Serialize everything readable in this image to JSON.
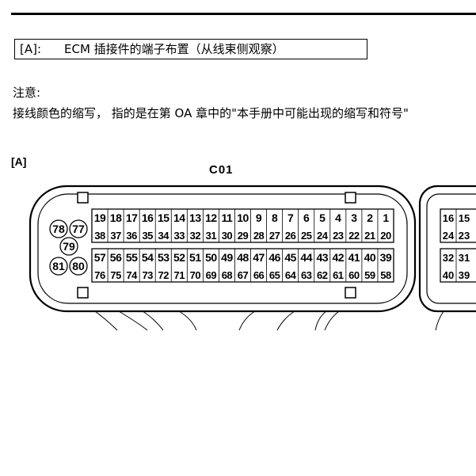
{
  "section_label": {
    "tag": "[A]:",
    "title": "ECM 插接件的端子布置（从线束侧观察）"
  },
  "note": {
    "title": "注意:",
    "text": "接线颜色的缩写， 指的是在第 OA 章中的\"本手册中可能出现的缩写和符号\""
  },
  "diagram": {
    "marker": "[A]",
    "connector_name": "C01",
    "colors": {
      "line": "#000000",
      "background": "#ffffff"
    },
    "left_terminals": [
      "78",
      "77",
      "79",
      "81",
      "80"
    ],
    "rows": [
      [
        "19",
        "18",
        "17",
        "16",
        "15",
        "14",
        "13",
        "12",
        "11",
        "10",
        "9",
        "8",
        "7",
        "6",
        "5",
        "4",
        "3",
        "2",
        "1"
      ],
      [
        "38",
        "37",
        "36",
        "35",
        "34",
        "33",
        "32",
        "31",
        "30",
        "29",
        "28",
        "27",
        "26",
        "25",
        "24",
        "23",
        "22",
        "21",
        "20"
      ],
      [
        "57",
        "56",
        "55",
        "54",
        "53",
        "52",
        "51",
        "50",
        "49",
        "48",
        "47",
        "46",
        "45",
        "44",
        "43",
        "42",
        "41",
        "40",
        "39"
      ],
      [
        "76",
        "75",
        "74",
        "73",
        "72",
        "71",
        "70",
        "69",
        "68",
        "67",
        "66",
        "65",
        "64",
        "63",
        "62",
        "61",
        "60",
        "59",
        "58"
      ]
    ],
    "partial_rows": [
      [
        "16",
        "15"
      ],
      [
        "24",
        "23"
      ],
      [
        "32",
        "31"
      ],
      [
        "40",
        "39"
      ]
    ]
  }
}
